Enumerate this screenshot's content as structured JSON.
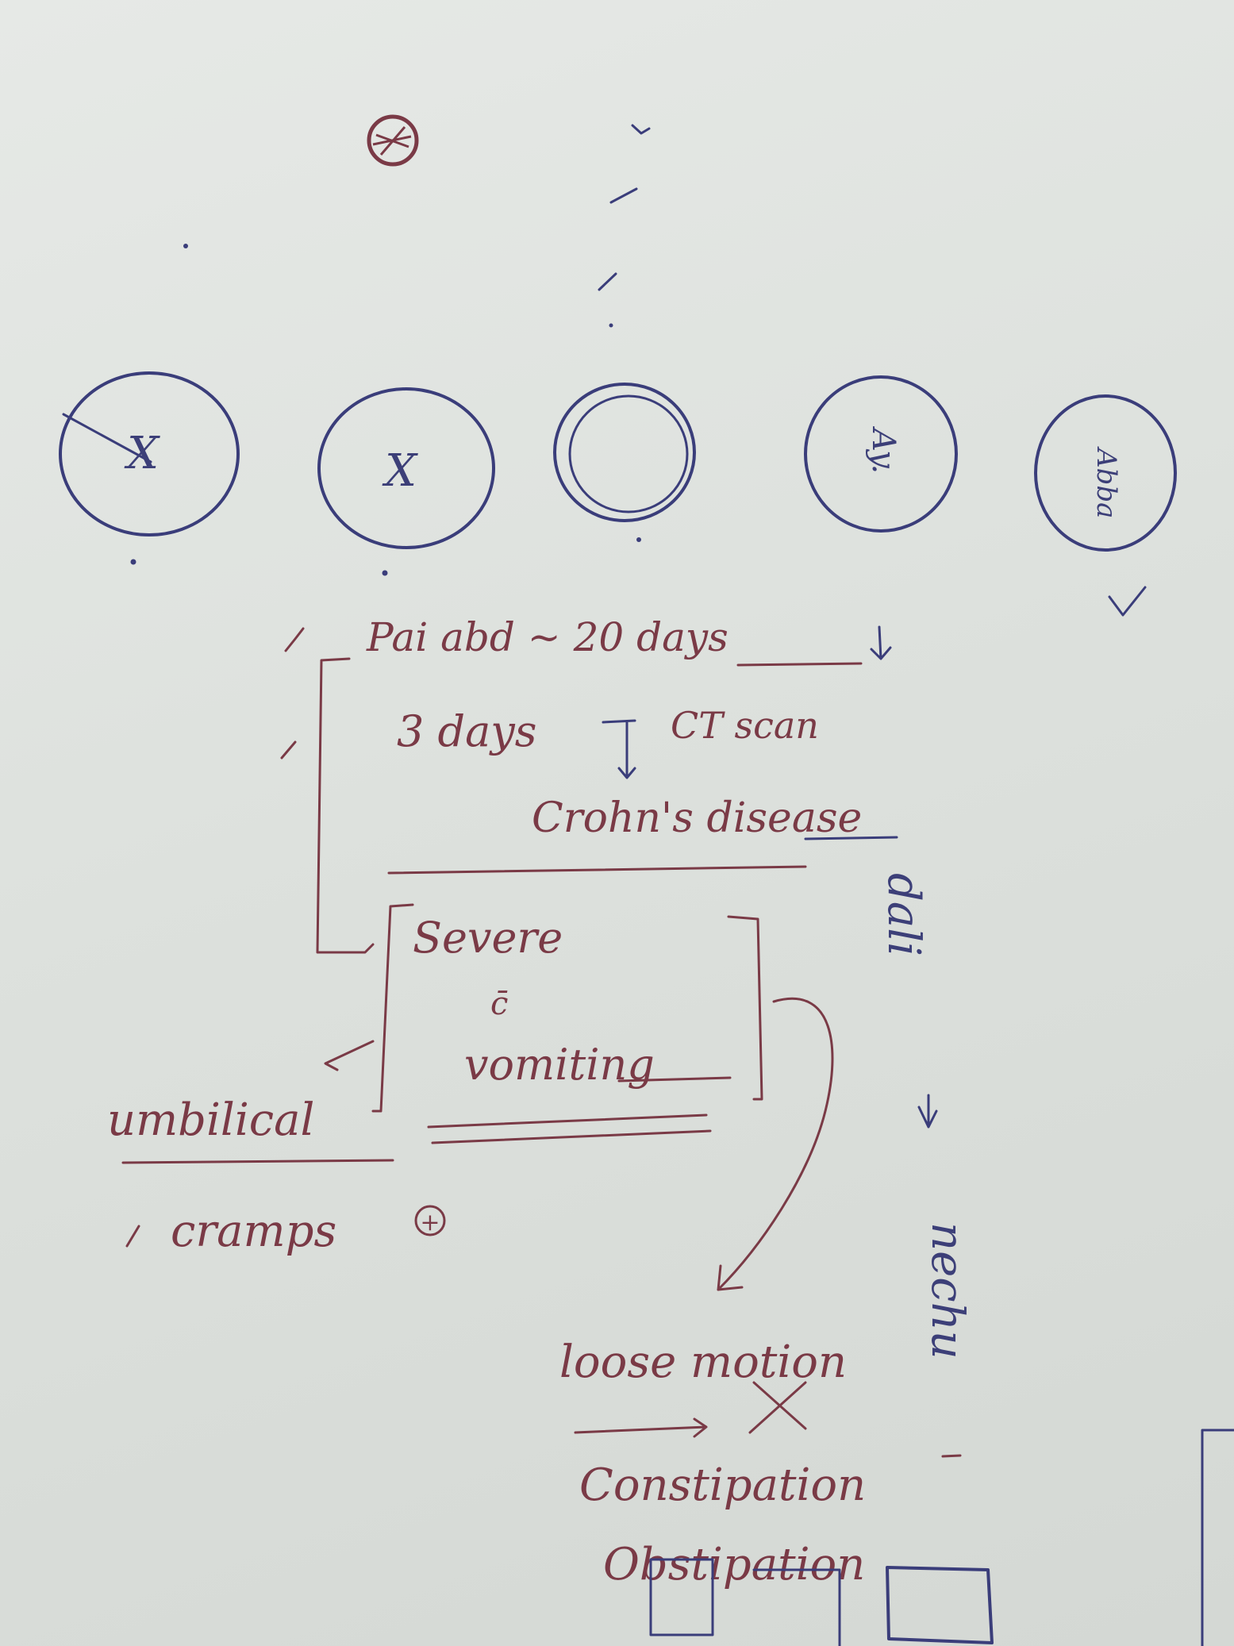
{
  "colors": {
    "paper": "#dfe3df",
    "blue_ink": "#3a3d7a",
    "red_ink": "#7a3a46"
  },
  "circles": [
    {
      "label": "X",
      "ink": "blue"
    },
    {
      "label": "X",
      "ink": "blue"
    },
    {
      "label": "",
      "ink": "blue"
    },
    {
      "label": "Ay.",
      "ink": "blue"
    },
    {
      "label": "Abba",
      "ink": "blue"
    }
  ],
  "notes": {
    "line1": "Pai abd ~ 20 days",
    "line2_days": "3 days",
    "line2_ct": "CT scan",
    "line3": "Crohn's disease",
    "severe": "Severe",
    "c_bar": "c̄",
    "vomiting": "vomiting",
    "umbilical": "umbilical",
    "cramps": "cramps",
    "plus": "+",
    "loose_motion": "loose motion",
    "constipation": "Constipation",
    "obstipation": "Obstipation",
    "dali": "dali",
    "nechu": "nechu"
  }
}
